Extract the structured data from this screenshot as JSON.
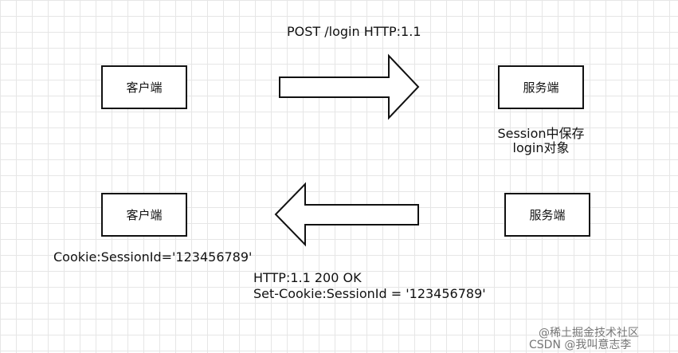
{
  "request": {
    "client_label": "客户端",
    "server_label": "服务端",
    "method_line": "POST /login HTTP:1.1",
    "server_note_line1": "Session中保存",
    "server_note_line2": "login对象"
  },
  "response": {
    "client_label": "客户端",
    "server_label": "服务端",
    "status_line": "HTTP:1.1 200 OK",
    "set_cookie_line": "Set-Cookie:SessionId = '123456789'",
    "client_cookie": "Cookie:SessionId='123456789'"
  },
  "watermark": {
    "line1": "@稀土掘金技术社区",
    "line2": "CSDN @我叫意志李"
  }
}
